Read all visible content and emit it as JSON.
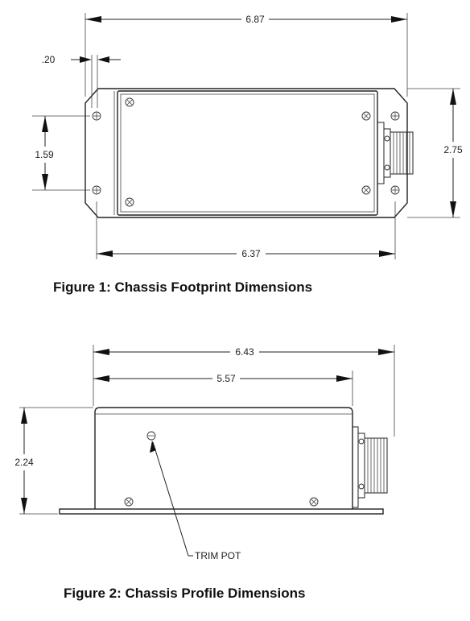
{
  "figure1": {
    "caption": "Figure 1:  Chassis Footprint Dimensions",
    "dim_overall_width": "6.87",
    "dim_hole_offset": ".20",
    "dim_hole_vertical": "1.59",
    "dim_height": "2.75",
    "dim_hole_spacing": "6.37"
  },
  "figure2": {
    "caption": "Figure 2:  Chassis Profile Dimensions",
    "dim_overall_length": "6.43",
    "dim_body_length": "5.57",
    "dim_height": "2.24",
    "callout_trim_pot": "TRIM POT"
  }
}
